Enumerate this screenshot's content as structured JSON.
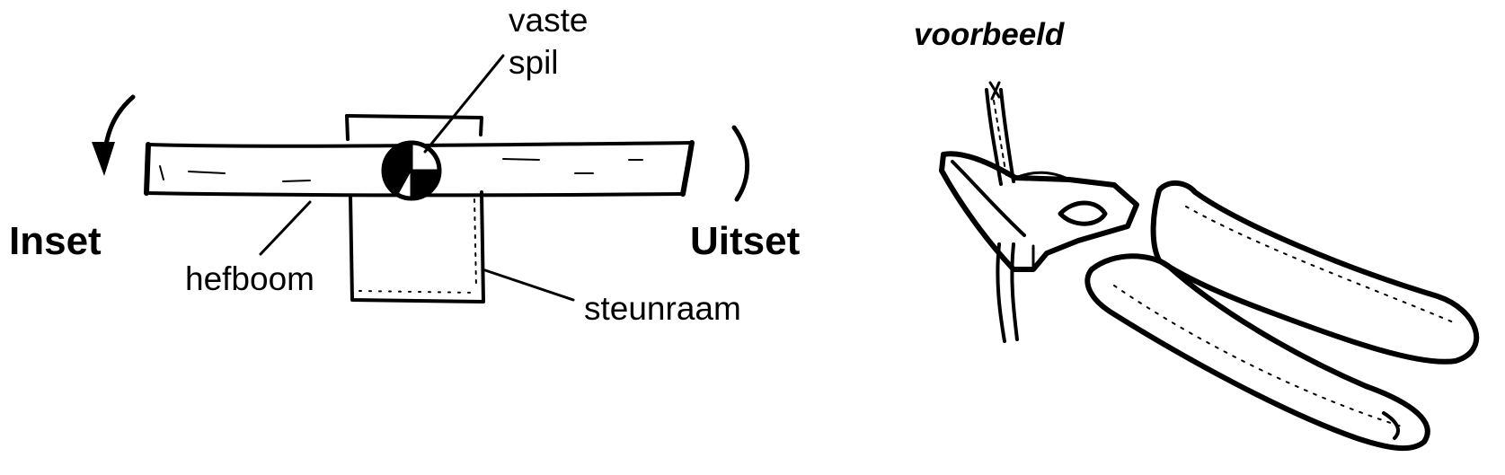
{
  "lever_diagram": {
    "fulcrum_label_line1": "vaste",
    "fulcrum_label_line2": "spil",
    "lever_label": "hefboom",
    "support_label": "steunraam",
    "left_label": "Inset",
    "right_label": "Uitset"
  },
  "example": {
    "title": "voorbeeld",
    "illustration": "pliers-cutting-wire-illustration"
  }
}
